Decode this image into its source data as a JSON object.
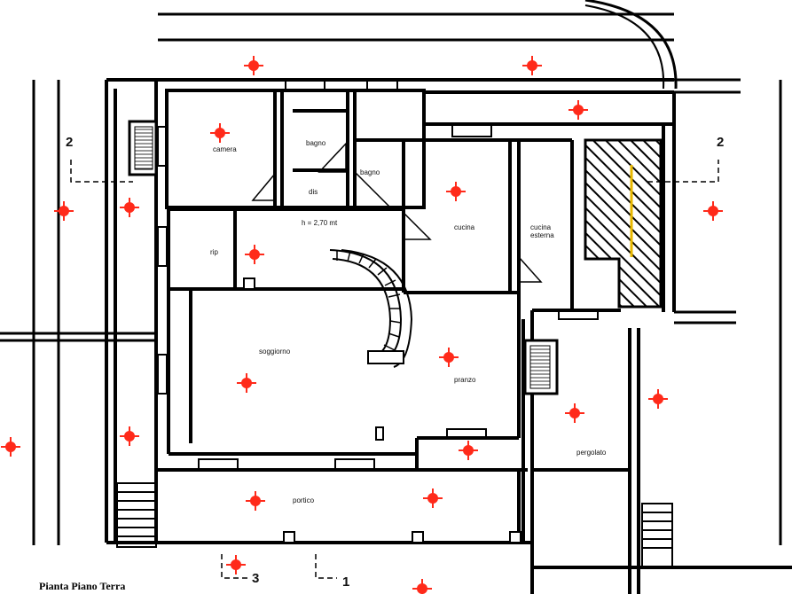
{
  "drawing": {
    "title": "Pianta Piano Terra",
    "height_note": "h = 2,70 mt",
    "section_marks": [
      "1",
      "2",
      "2",
      "3"
    ]
  },
  "rooms": {
    "camera": "camera",
    "bagno_1": "bagno",
    "bagno_2": "bagno",
    "disimpegno": "dis",
    "cucina": "cucina",
    "ripostiglio": "rip",
    "cucina_esterna": "cucina esterna",
    "soggiorno": "soggiorno",
    "pranzo": "pranzo",
    "portico": "portico",
    "pergolato": "pergolato"
  },
  "colors": {
    "walls": "#000000",
    "markers": "#ff2a1a",
    "hatch": "#000000",
    "beam": "#e8b800"
  },
  "marker_icon": "red-cross-marker-icon"
}
